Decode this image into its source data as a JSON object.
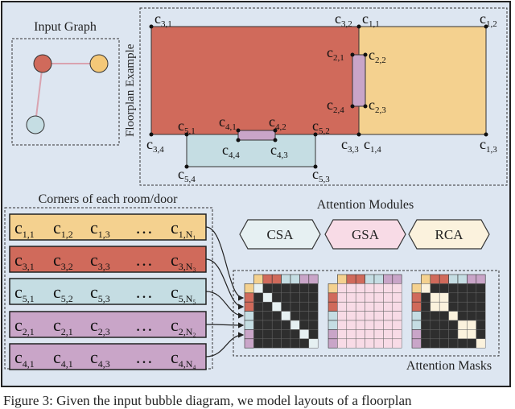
{
  "colors": {
    "panel_bg": "#dde6f1",
    "room_red": "#d06a5b",
    "room_yellow": "#f4d18f",
    "room_blue": "#c5dde3",
    "room_purple": "#c9a5c8",
    "door_purple": "#c9a5c8",
    "node_red": "#d06a5b",
    "node_yellow": "#f4c878",
    "node_blue": "#c5dde3",
    "edge_pink": "#d9a3b0",
    "csa_fill": "#e6f0f2",
    "gsa_fill": "#f8dbe6",
    "rca_fill": "#fbf2dd",
    "mask_dark": "#2e2e2e",
    "mask_light_rca": "#fbf2dd",
    "mask_light_gsa": "#f8dbe6",
    "mask_light_csa": "#e6f0f2"
  },
  "input_graph": {
    "title": "Input Graph"
  },
  "floorplan": {
    "title": "Floorplan Example",
    "corners": [
      {
        "id": "c31",
        "base": "c",
        "sub": "3,1"
      },
      {
        "id": "c32",
        "base": "c",
        "sub": "3,2"
      },
      {
        "id": "c11",
        "base": "c",
        "sub": "1,1"
      },
      {
        "id": "c12",
        "base": "c",
        "sub": "1,2"
      },
      {
        "id": "c21",
        "base": "c",
        "sub": "2,1"
      },
      {
        "id": "c22",
        "base": "c",
        "sub": "2,2"
      },
      {
        "id": "c24",
        "base": "c",
        "sub": "2,4"
      },
      {
        "id": "c23",
        "base": "c",
        "sub": "2,3"
      },
      {
        "id": "c41",
        "base": "c",
        "sub": "4,1"
      },
      {
        "id": "c42",
        "base": "c",
        "sub": "4,2"
      },
      {
        "id": "c51",
        "base": "c",
        "sub": "5,1"
      },
      {
        "id": "c52",
        "base": "c",
        "sub": "5,2"
      },
      {
        "id": "c34",
        "base": "c",
        "sub": "3,4"
      },
      {
        "id": "c44",
        "base": "c",
        "sub": "4,4"
      },
      {
        "id": "c43",
        "base": "c",
        "sub": "4,3"
      },
      {
        "id": "c33",
        "base": "c",
        "sub": "3,3"
      },
      {
        "id": "c14",
        "base": "c",
        "sub": "1,4"
      },
      {
        "id": "c13",
        "base": "c",
        "sub": "1,3"
      },
      {
        "id": "c54",
        "base": "c",
        "sub": "5,4"
      },
      {
        "id": "c53",
        "base": "c",
        "sub": "5,3"
      }
    ]
  },
  "corners_panel": {
    "title": "Corners of each room/door",
    "rows": [
      {
        "name": "room-1",
        "color": "#f4d18f",
        "items": [
          {
            "b": "c",
            "s": "1,1"
          },
          {
            "b": "c",
            "s": "1,2"
          },
          {
            "b": "c",
            "s": "1,3"
          },
          {
            "b": "…",
            "s": ""
          },
          {
            "b": "c",
            "s": "1,N₁"
          }
        ]
      },
      {
        "name": "room-3",
        "color": "#d06a5b",
        "items": [
          {
            "b": "c",
            "s": "3,1"
          },
          {
            "b": "c",
            "s": "3,2"
          },
          {
            "b": "c",
            "s": "3,3"
          },
          {
            "b": "…",
            "s": ""
          },
          {
            "b": "c",
            "s": "3,N₃"
          }
        ]
      },
      {
        "name": "room-5",
        "color": "#c5dde3",
        "items": [
          {
            "b": "c",
            "s": "5,1"
          },
          {
            "b": "c",
            "s": "5,2"
          },
          {
            "b": "c",
            "s": "5,3"
          },
          {
            "b": "…",
            "s": ""
          },
          {
            "b": "c",
            "s": "5,N₅"
          }
        ]
      },
      {
        "name": "door-2",
        "color": "#c9a5c8",
        "items": [
          {
            "b": "c",
            "s": "2,1"
          },
          {
            "b": "c",
            "s": "2,1"
          },
          {
            "b": "c",
            "s": "2,3"
          },
          {
            "b": "…",
            "s": ""
          },
          {
            "b": "c",
            "s": "2,N₂"
          }
        ]
      },
      {
        "name": "door-4",
        "color": "#c9a5c8",
        "items": [
          {
            "b": "c",
            "s": "4,1"
          },
          {
            "b": "c",
            "s": "4,1"
          },
          {
            "b": "c",
            "s": "4,3"
          },
          {
            "b": "…",
            "s": ""
          },
          {
            "b": "c",
            "s": "4,N₄"
          }
        ]
      }
    ]
  },
  "attention": {
    "modules_title": "Attention Modules",
    "modules": [
      "CSA",
      "GSA",
      "RCA"
    ],
    "masks_title": "Attention Masks"
  },
  "caption": "Figure 3: Given the input bubble diagram, we model layouts of a floorplan"
}
